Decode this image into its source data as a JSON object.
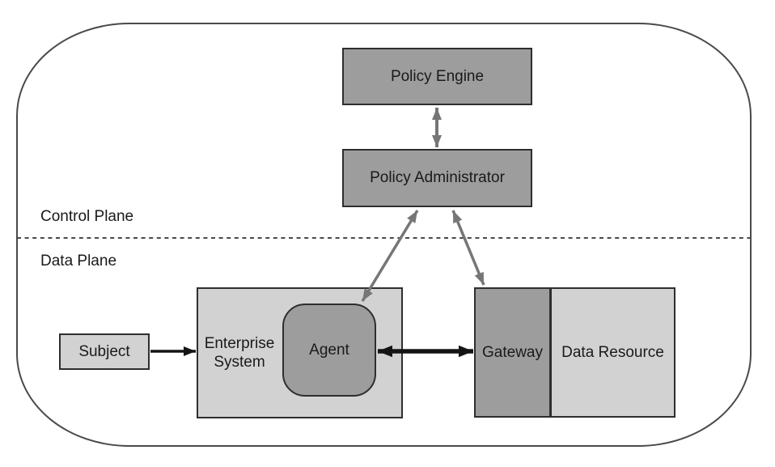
{
  "diagram": {
    "title_hint": "Zero Trust core components diagram",
    "planes": {
      "control": "Control Plane",
      "data": "Data Plane"
    },
    "nodes": {
      "policy_engine": "Policy Engine",
      "policy_administrator": "Policy Administrator",
      "subject": "Subject",
      "enterprise_system": "Enterprise System",
      "agent": "Agent",
      "gateway": "Gateway",
      "data_resource": "Data Resource"
    },
    "colors": {
      "background": "#ffffff",
      "text": "#1a1a1a",
      "outer_border": "#4a4a4a",
      "node_border": "#2e2e2e",
      "node_dark_fill": "#9d9d9d",
      "node_light_fill": "#d2d2d2",
      "arrow_gray": "#767676",
      "arrow_black": "#141414"
    }
  }
}
